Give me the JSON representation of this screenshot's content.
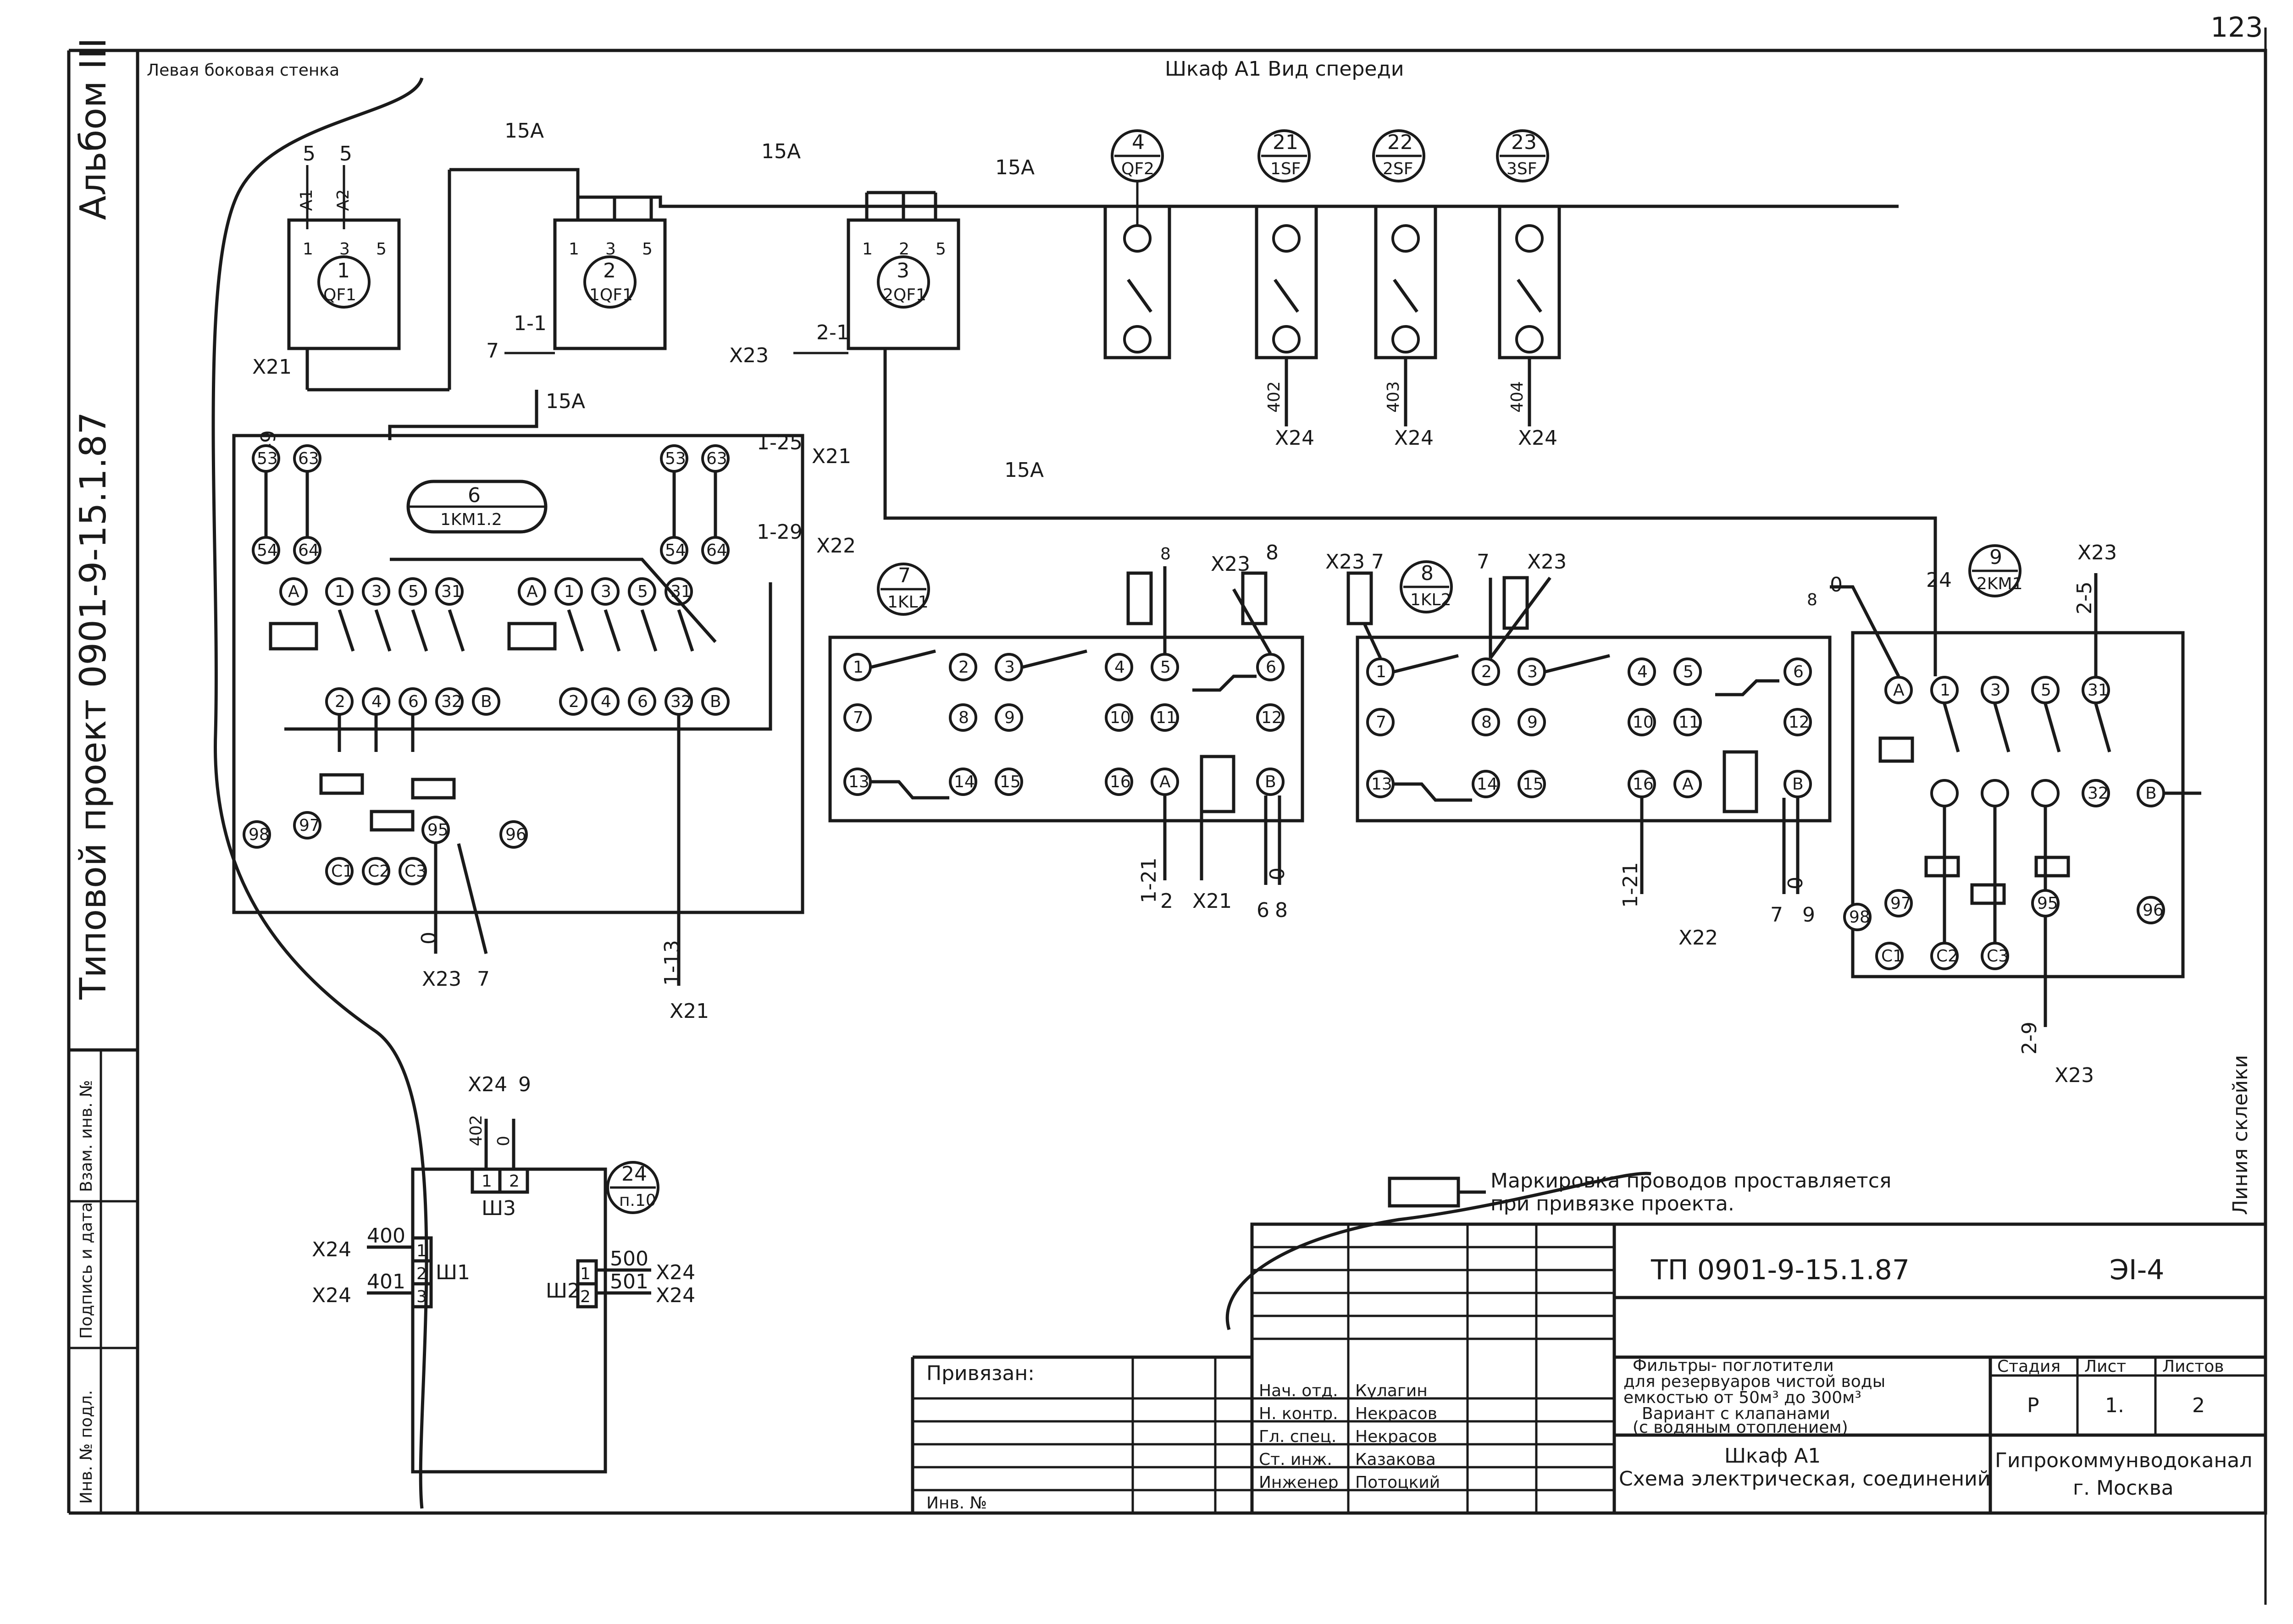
{
  "sheet": {
    "page_number": "123",
    "top_note": "Шкаф А1  Вид спереди",
    "top_left_note": "Левая боковая стенка",
    "side_album": "Альбом III",
    "side_project": "Типовой   проект 0901-9-15.1.87",
    "side_fields": [
      "Инв. № подл.",
      "Подпись и дата",
      "Взам. инв. №"
    ],
    "glue_line": "Линия склейки"
  },
  "components": {
    "qf1": {
      "num": "1",
      "label": "QF1",
      "top_terms": [
        "1",
        "3",
        "5"
      ],
      "wires": [
        "5",
        "5"
      ],
      "phases": [
        "A1",
        "A2"
      ]
    },
    "1qf1": {
      "num": "2",
      "label": "1QF1",
      "top_terms": [
        "1",
        "3",
        "5"
      ],
      "side": "1-1",
      "side_left": "7"
    },
    "2qf1": {
      "num": "3",
      "label": "2QF1",
      "top_terms": [
        "1",
        "2",
        "5"
      ],
      "side": "2-1",
      "side_left": "X23"
    },
    "qf2": {
      "num": "4",
      "label": "QF2"
    },
    "1sf": {
      "num": "21",
      "label": "1SF",
      "wire": "402",
      "term": "X24"
    },
    "2sf": {
      "num": "22",
      "label": "2SF",
      "wire": "403",
      "term": "X24"
    },
    "3sf": {
      "num": "23",
      "label": "3SF",
      "wire": "404",
      "term": "X24"
    },
    "1km12": {
      "num": "6",
      "label": "1KM1.2"
    },
    "1kl1": {
      "num": "7",
      "label": "1KL1"
    },
    "1kl2": {
      "num": "8",
      "label": "1KL2"
    },
    "2km1": {
      "num": "9",
      "label": "2KM1"
    },
    "plug": {
      "num": "24",
      "label": "п.10"
    }
  },
  "wires": {
    "size": "15А",
    "x21": "X21",
    "x22": "X22",
    "x23": "X23",
    "x24": "X24",
    "w1_9": "1-9",
    "w1_25": "1-25",
    "w1_29": "1-29",
    "w1_13": "1-13",
    "w1_21": "1-21",
    "w2_5": "2-5",
    "w2_9": "2-9",
    "n0": "0",
    "n7": "7",
    "n8": "8",
    "n6": "6",
    "n9": "9",
    "n2": "2",
    "n24": "24",
    "n400": "400",
    "n401": "401",
    "n500": "500",
    "n501": "501"
  },
  "terminals": {
    "contactor": [
      "A",
      "1",
      "3",
      "5",
      "31",
      "2",
      "4",
      "6",
      "32",
      "B"
    ],
    "aux": [
      "53",
      "63",
      "54",
      "64"
    ],
    "relay_pins": [
      "1",
      "2",
      "3",
      "4",
      "5",
      "6",
      "7",
      "8",
      "9",
      "10",
      "11",
      "12",
      "13",
      "14",
      "15",
      "16",
      "A",
      "B"
    ],
    "thermal": [
      "98",
      "97",
      "95",
      "96",
      "C1",
      "C2",
      "C3"
    ],
    "sockets": {
      "sh1": "Ш1",
      "sh2": "Ш2",
      "sh3": "Ш3",
      "s1": [
        "1",
        "2",
        "3"
      ],
      "s2": [
        "1",
        "2"
      ],
      "s3": [
        "1",
        "2"
      ]
    }
  },
  "legend": {
    "line1": "Маркировка   проводов   проставляется",
    "line2": "при  привязке  проекта."
  },
  "title_block": {
    "code": "ТП 0901-9-15.1.87",
    "sheet_code": "ЭI-4",
    "bound": "Привязан:",
    "inv": "Инв. №",
    "roles": [
      "Нач. отд.",
      "Н. контр.",
      "Гл. спец.",
      "Ст. инж.",
      "Инженер"
    ],
    "names": [
      "Кулагин",
      "Некрасов",
      "Некрасов",
      "Казакова",
      "Потоцкий"
    ],
    "desc": [
      "Фильтры- поглотители",
      "для резервуаров чистой воды",
      "емкостью от 50м³ до 300м³",
      "Вариант с клапанами",
      "(с водяным отоплением)"
    ],
    "name1": "Шкаф А1",
    "name2": "Схема электрическая, соединений",
    "stage_h": "Стадия",
    "sheet_h": "Лист",
    "sheets_h": "Листов",
    "stage": "Р",
    "sheet": "1.",
    "sheets": "2",
    "org1": "Гипрокоммунводоканал",
    "org2": "г. Москва"
  }
}
